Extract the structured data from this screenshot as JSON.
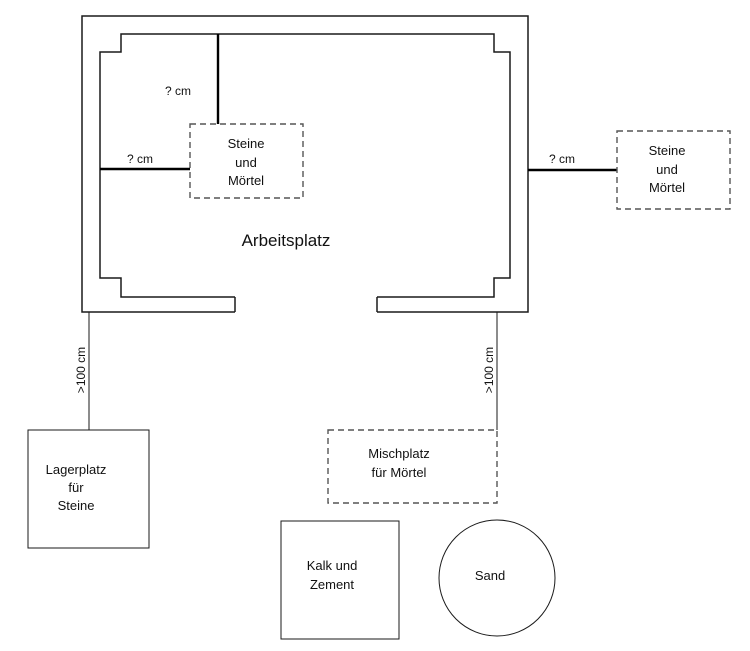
{
  "diagram": {
    "workplace_label": "Arbeitsplatz",
    "inner_stones": [
      "Steine",
      "und",
      "Mörtel"
    ],
    "outer_stones": [
      "Steine",
      "und",
      "Mörtel"
    ],
    "distance_top": "? cm",
    "distance_left": "? cm",
    "distance_right": "? cm",
    "distance_left_bottom": ">100 cm",
    "distance_right_bottom": ">100 cm",
    "storage": [
      "Lagerplatz",
      "für",
      "Steine"
    ],
    "mixing": [
      "Mischplatz",
      "für Mörtel"
    ],
    "lime": [
      "Kalk und",
      "Zement"
    ],
    "sand": "Sand"
  }
}
